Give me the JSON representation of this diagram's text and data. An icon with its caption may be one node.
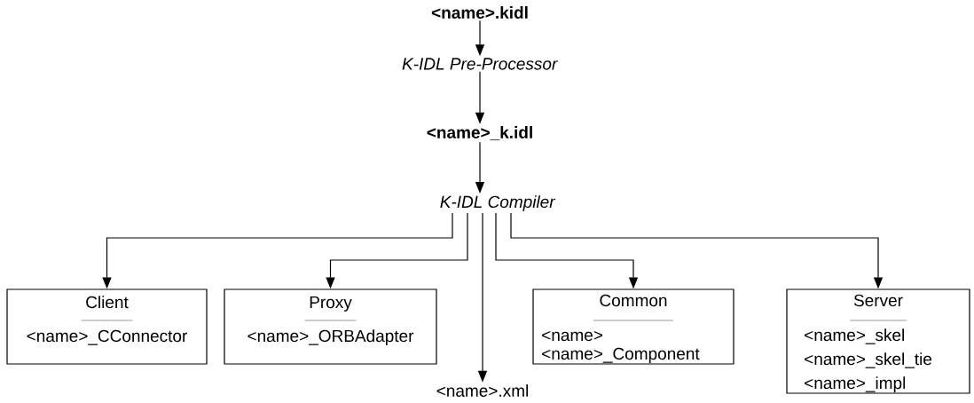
{
  "diagram": {
    "nodes": [
      {
        "text": [
          "**<name>.kidl**"
        ]
      },
      {
        "text": [
          "*K-IDL Pre-Processor*"
        ]
      },
      {
        "text": [
          "**<name>_k.idl**"
        ]
      },
      {
        "text": [
          "*K-IDL Compiler*"
        ]
      },
      {
        "text": [
          "Client",
          "<name>_CConnector"
        ]
      },
      {
        "text": [
          "Proxy",
          "<name>_ORBAdapter"
        ]
      },
      {
        "text": [
          "Common",
          "<name>",
          "<name>_Component"
        ]
      },
      {
        "text": [
          "Server",
          "<name>_skel",
          "<name>_skel_tie",
          "<name>_impl"
        ]
      },
      {
        "text": [
          "<name>.xml"
        ]
      }
    ],
    "edges": [
      {
        "from": 0,
        "to": 1,
        "arrow": "to"
      },
      {
        "from": 1,
        "to": 2,
        "arrow": "to"
      },
      {
        "from": 2,
        "to": 3,
        "arrow": "to"
      },
      {
        "from": 3,
        "to": 4,
        "arrow": "to"
      },
      {
        "from": 3,
        "to": 5,
        "arrow": "to"
      },
      {
        "from": 3,
        "to": 8,
        "arrow": "to"
      },
      {
        "from": 3,
        "to": 6,
        "arrow": "to"
      },
      {
        "from": 3,
        "to": 7,
        "arrow": "to"
      }
    ]
  }
}
